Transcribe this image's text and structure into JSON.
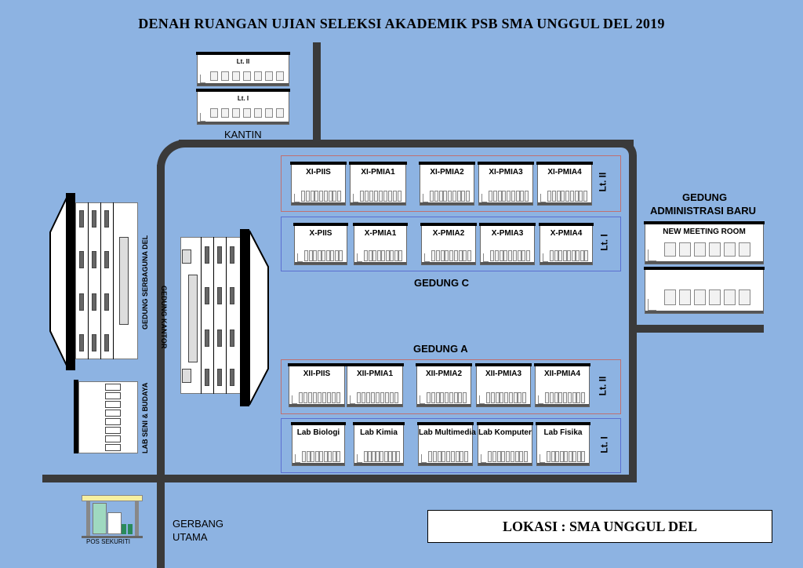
{
  "title": "DENAH RUANGAN UJIAN SELEKSI AKADEMIK PSB SMA UNGGUL DEL 2019",
  "kantin": {
    "label": "KANTIN",
    "floors": [
      "Lt. II",
      "Lt. I"
    ]
  },
  "gedung_c": {
    "label": "GEDUNG C",
    "lt2_label": "Lt. II",
    "lt1_label": "Lt. I",
    "lt2_rooms": [
      "XI-PIIS",
      "XI-PMIA1",
      "XI-PMIA2",
      "XI-PMIA3",
      "XI-PMIA4"
    ],
    "lt1_rooms": [
      "X-PIIS",
      "X-PMIA1",
      "X-PMIA2",
      "X-PMIA3",
      "X-PMIA4"
    ]
  },
  "gedung_a": {
    "label": "GEDUNG A",
    "lt2_label": "Lt. II",
    "lt1_label": "Lt. I",
    "lt2_rooms": [
      "XII-PIIS",
      "XII-PMIA1",
      "XII-PMIA2",
      "XII-PMIA3",
      "XII-PMIA4"
    ],
    "lt1_rooms": [
      "Lab Biologi",
      "Lab Kimia",
      "Lab Multimedia",
      "Lab Komputer",
      "Lab Fisika"
    ]
  },
  "admin": {
    "label_line1": "GEDUNG",
    "label_line2": "ADMINISTRASI BARU",
    "room": "NEW MEETING ROOM"
  },
  "gedung_serbaguna": "GEDUNG SERBAGUNA DEL",
  "gedung_kantor": "GEDUNG KANTOR",
  "lab_seni": "LAB SENI & BUDAYA",
  "pos_sekuriti": "POS SEKURITI",
  "gerbang": {
    "line1": "GERBANG",
    "line2": "UTAMA"
  },
  "lokasi": "LOKASI : SMA UNGGUL DEL",
  "colors": {
    "background": "#8db3e2",
    "road": "#3a3a3a",
    "panel_red": "#c07070",
    "panel_blue": "#5b6fd0"
  }
}
